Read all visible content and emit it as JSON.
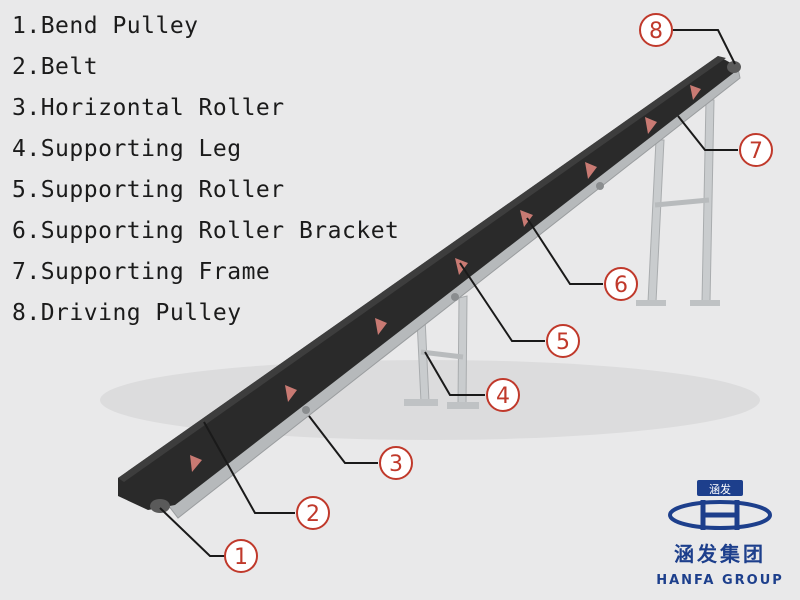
{
  "legend": [
    {
      "num": "1.",
      "label": "Bend Pulley"
    },
    {
      "num": "2.",
      "label": "Belt"
    },
    {
      "num": "3.",
      "label": "Horizontal Roller"
    },
    {
      "num": "4.",
      "label": "Supporting Leg"
    },
    {
      "num": "5.",
      "label": "Supporting Roller"
    },
    {
      "num": "6.",
      "label": "Supporting Roller Bracket"
    },
    {
      "num": "7.",
      "label": "Supporting Frame"
    },
    {
      "num": "8.",
      "label": "Driving Pulley"
    }
  ],
  "callouts": [
    "1",
    "2",
    "3",
    "4",
    "5",
    "6",
    "7",
    "8"
  ],
  "logo": {
    "badge_text": "涵发",
    "name_cn": "涵发集团",
    "name_en": "HANFA GROUP"
  },
  "colors": {
    "background": "#e9e9ea",
    "belt": "#2a2a2a",
    "frame": "#c9ccce",
    "callout": "#c0392b",
    "bracket": "#c97a73",
    "logo": "#1d3f8c"
  }
}
